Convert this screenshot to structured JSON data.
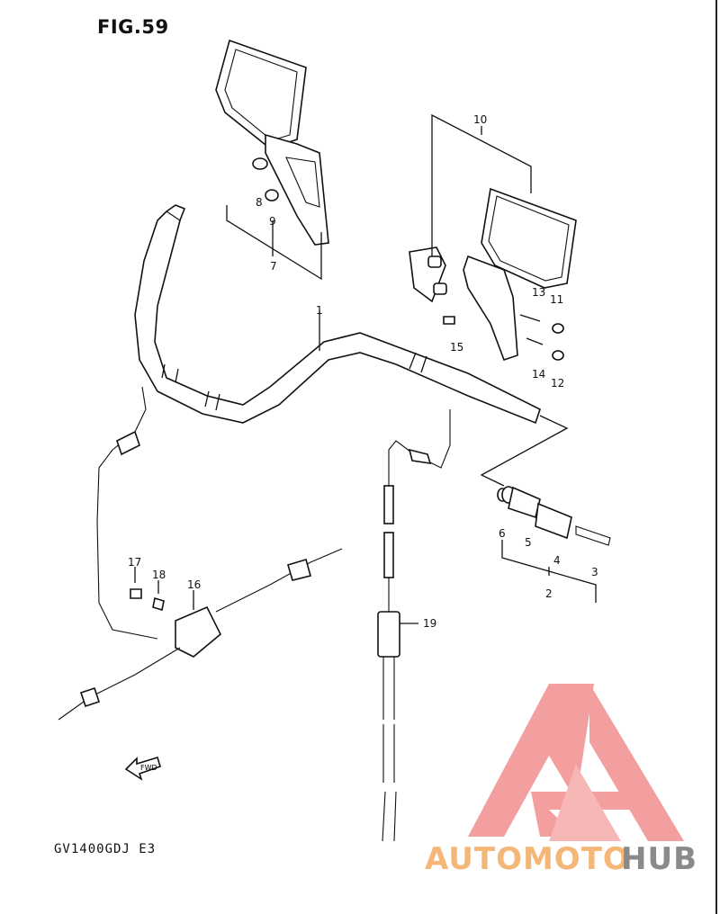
{
  "figure": {
    "title": "FIG.59",
    "model_code": "GV1400GDJ  E3"
  },
  "callouts": [
    {
      "id": "c1",
      "label": "1"
    },
    {
      "id": "c2",
      "label": "2"
    },
    {
      "id": "c3",
      "label": "3"
    },
    {
      "id": "c4",
      "label": "4"
    },
    {
      "id": "c5",
      "label": "5"
    },
    {
      "id": "c6",
      "label": "6"
    },
    {
      "id": "c7",
      "label": "7"
    },
    {
      "id": "c8",
      "label": "8"
    },
    {
      "id": "c9",
      "label": "9"
    },
    {
      "id": "c10",
      "label": "10"
    },
    {
      "id": "c11",
      "label": "11"
    },
    {
      "id": "c12",
      "label": "12"
    },
    {
      "id": "c13",
      "label": "13"
    },
    {
      "id": "c14",
      "label": "14"
    },
    {
      "id": "c15",
      "label": "15"
    },
    {
      "id": "c16",
      "label": "16"
    },
    {
      "id": "c17",
      "label": "17"
    },
    {
      "id": "c18",
      "label": "18"
    },
    {
      "id": "c19",
      "label": "19"
    }
  ],
  "fwd_label": "FWD",
  "watermark": {
    "part1": "AUTOMOTO",
    "part2": "HUB",
    "color1": "#f4b777",
    "color2": "#8a8a8a",
    "logo_color": "#f08080"
  }
}
